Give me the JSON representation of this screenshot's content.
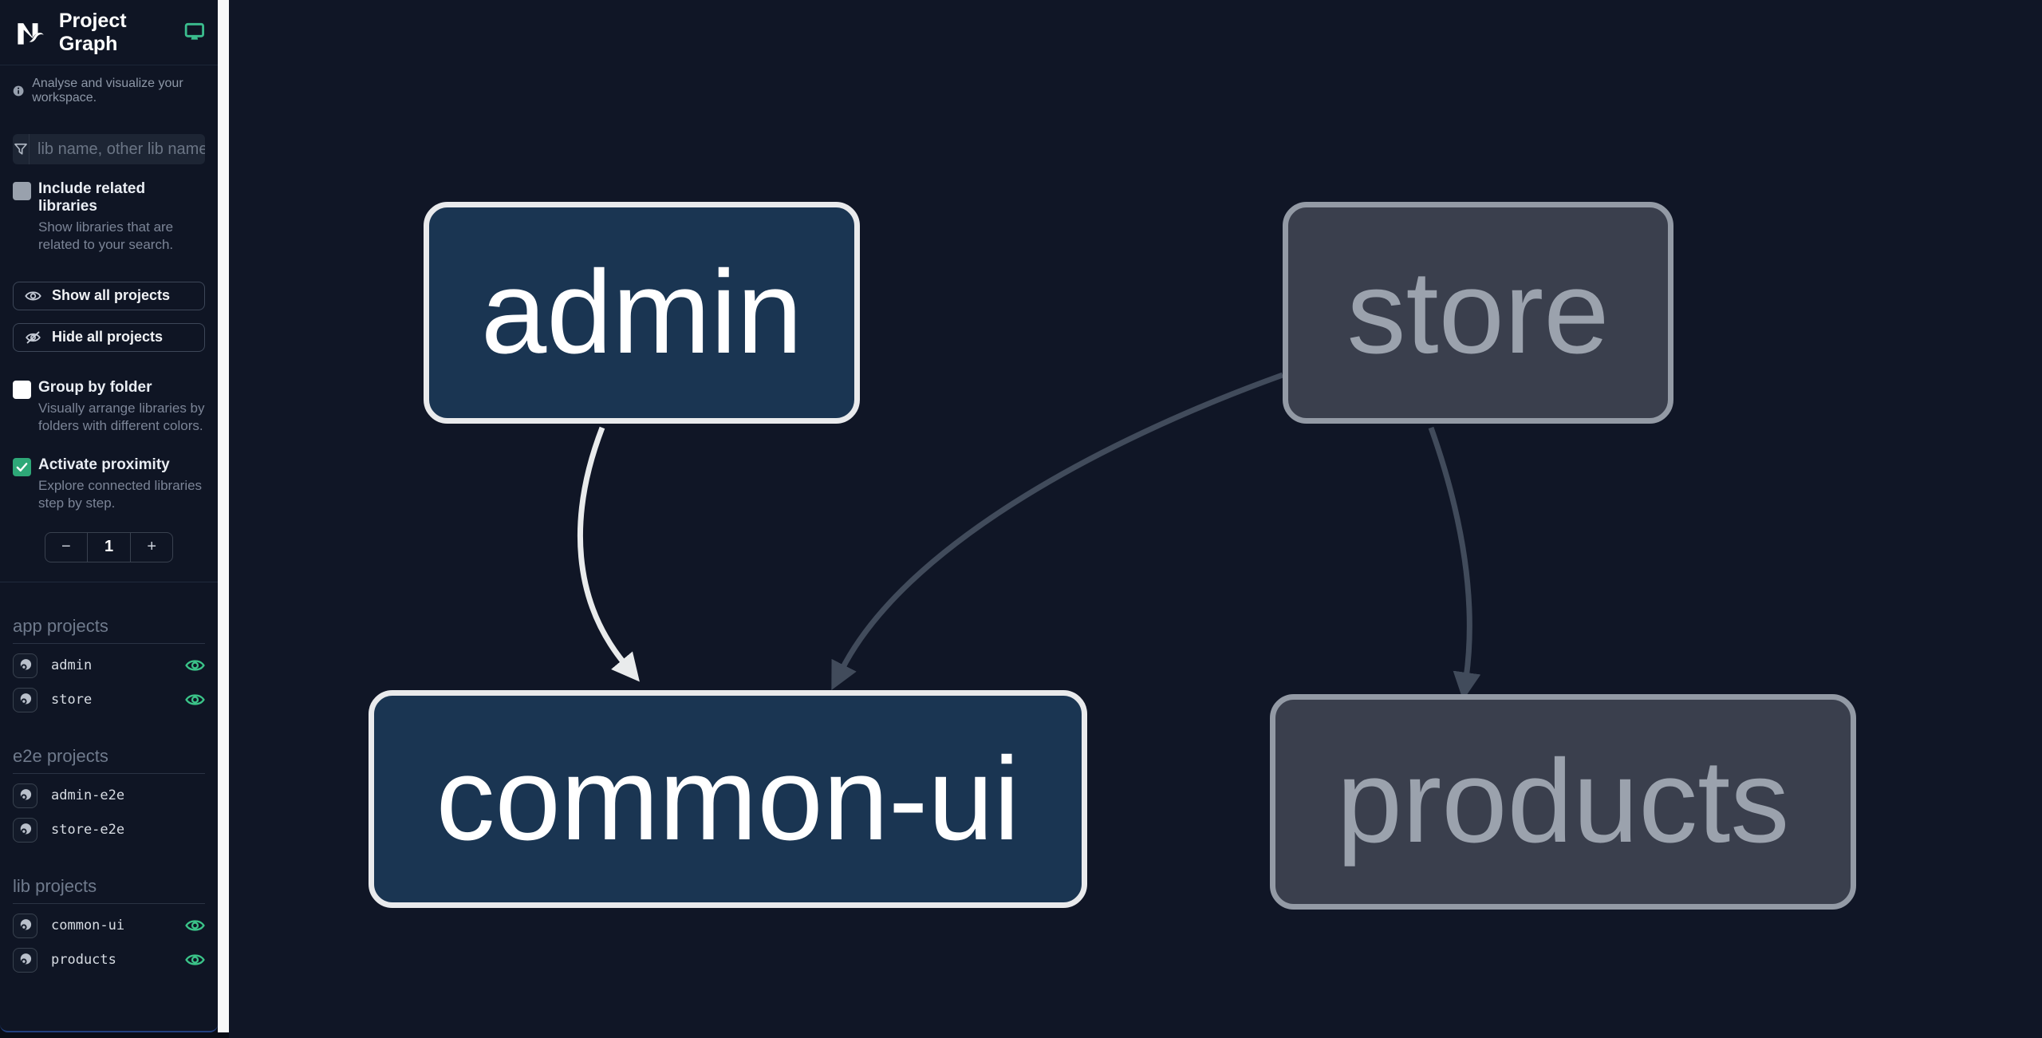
{
  "header": {
    "title": "Project Graph",
    "logo": "Nx"
  },
  "info_banner": "Analyse and visualize your workspace.",
  "search": {
    "placeholder": "lib name, other lib name"
  },
  "filters": {
    "include_related": {
      "label": "Include related libraries",
      "description": "Show libraries that are related to your search.",
      "checked": false
    },
    "show_all_label": "Show all projects",
    "hide_all_label": "Hide all projects",
    "group_by_folder": {
      "label": "Group by folder",
      "description": "Visually arrange libraries by folders with different colors.",
      "checked": false
    },
    "activate_proximity": {
      "label": "Activate proximity",
      "description": "Explore connected libraries step by step.",
      "checked": true
    },
    "proximity": {
      "minus": "−",
      "value": "1",
      "plus": "+"
    }
  },
  "project_sections": [
    {
      "title": "app projects",
      "items": [
        {
          "name": "admin",
          "visible": true
        },
        {
          "name": "store",
          "visible": true
        }
      ]
    },
    {
      "title": "e2e projects",
      "items": [
        {
          "name": "admin-e2e",
          "visible": false
        },
        {
          "name": "store-e2e",
          "visible": false
        }
      ]
    },
    {
      "title": "lib projects",
      "items": [
        {
          "name": "common-ui",
          "visible": true
        },
        {
          "name": "products",
          "visible": true
        }
      ]
    }
  ],
  "graph": {
    "nodes": [
      {
        "id": "admin",
        "label": "admin",
        "state": "focused"
      },
      {
        "id": "store",
        "label": "store",
        "state": "unfocused"
      },
      {
        "id": "common-ui",
        "label": "common-ui",
        "state": "focused"
      },
      {
        "id": "products",
        "label": "products",
        "state": "unfocused"
      }
    ],
    "edges": [
      {
        "source": "admin",
        "target": "common-ui",
        "highlighted": true
      },
      {
        "source": "store",
        "target": "common-ui",
        "highlighted": false
      },
      {
        "source": "store",
        "target": "products",
        "highlighted": false
      }
    ]
  },
  "colors": {
    "accent_green": "#3bc489",
    "fab_green": "#36b787",
    "node_focused_bg": "#1a3552",
    "node_focused_border": "#e9eaec",
    "node_unfocused_bg": "#3a3f4d",
    "node_unfocused_border": "#939aa5",
    "edge_light": "#e9ebec",
    "edge_dark": "#414b5b"
  }
}
